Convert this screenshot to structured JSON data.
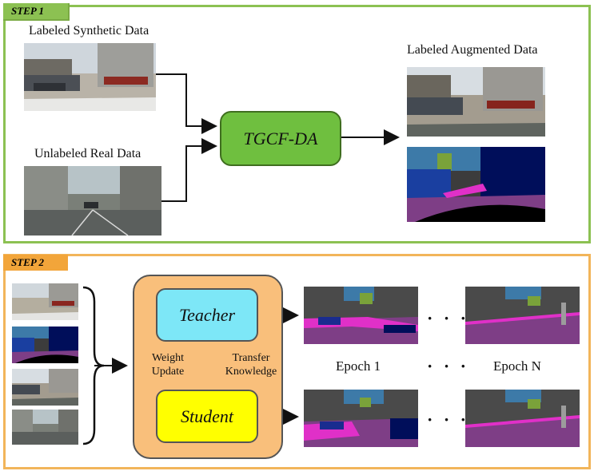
{
  "step1": {
    "tab_label": "STEP 1",
    "synthetic_label": "Labeled Synthetic Data",
    "real_label": "Unlabeled Real Data",
    "center_label": "TGCF-DA",
    "output_label": "Labeled Augmented Data"
  },
  "step2": {
    "tab_label": "STEP 2",
    "teacher_label": "Teacher",
    "student_label": "Student",
    "weight_update": "Weight\nUpdate",
    "transfer_knowledge": "Transfer\nKnowledge",
    "epoch_1": "Epoch 1",
    "epoch_n": "Epoch N",
    "dots": "· · ·"
  },
  "colors": {
    "step1_border": "#8cc152",
    "step2_border": "#f2b55a",
    "tgcf_fill": "#6fbf3f",
    "teacher_fill": "#7de7f7",
    "student_fill": "#ffff00",
    "outer_fill": "#f9bf7b"
  }
}
